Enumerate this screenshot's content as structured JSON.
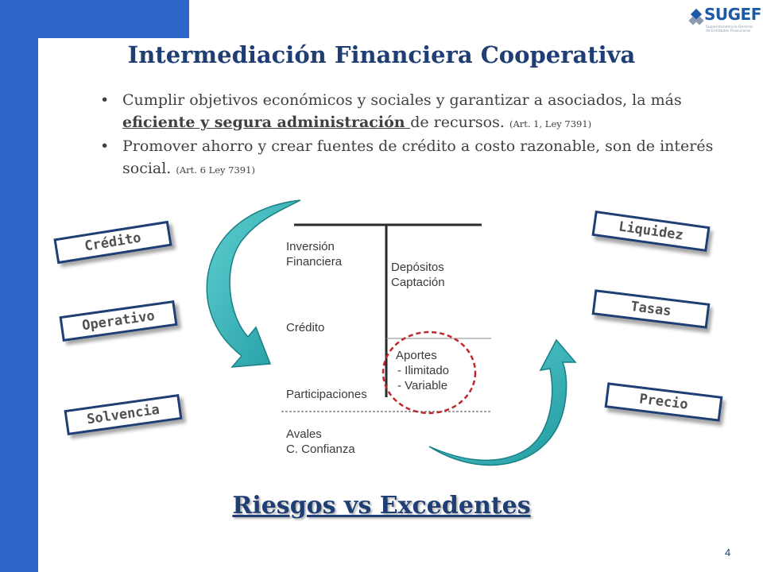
{
  "slide": {
    "title": "Intermediación Financiera Cooperativa",
    "bullet1": {
      "text_a": "Cumplir objetivos económicos y sociales y garantizar a asociados, la más ",
      "emphasis": "eficiente y segura administración ",
      "text_b": "de recursos. ",
      "ref": "(Art. 1, Ley 7391)"
    },
    "bullet2": {
      "text": "Promover ahorro y crear fuentes de crédito a costo razonable, son de interés social. ",
      "ref": "(Art. 6 Ley 7391)"
    },
    "risks_left": [
      "Crédito",
      "Operativo",
      "Solvencia"
    ],
    "risks_right": [
      "Liquidez",
      "Tasas",
      "Precio"
    ],
    "balance": {
      "assets": [
        "Inversión",
        "Financiera",
        "Crédito",
        "Participaciones"
      ],
      "liabilities": [
        "Depósitos",
        "Captación"
      ],
      "equity": [
        "Aportes",
        "- Ilimitado",
        "- Variable"
      ],
      "off_balance": [
        "Avales",
        "C. Confianza"
      ]
    },
    "footer_title": "Riesgos vs Excedentes",
    "page_number": "4"
  },
  "logo": {
    "name": "SUGEF",
    "subtitle": "Superintendencia General de Entidades Financieras"
  },
  "colors": {
    "brand_blue": "#2f66c7",
    "title_navy": "#1f3e73",
    "arrow_teal": "#3fb0b4",
    "circle_red": "#c0272d"
  }
}
